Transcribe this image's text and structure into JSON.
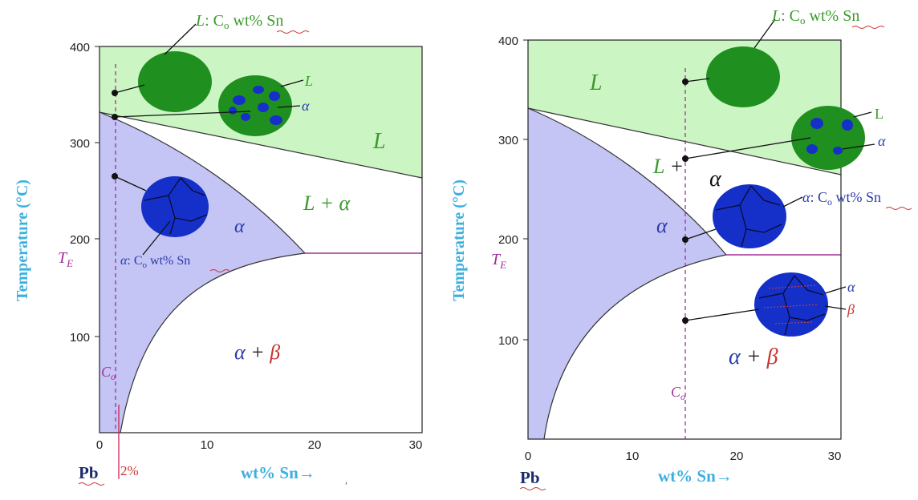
{
  "left": {
    "y_ticks": [
      "400",
      "300",
      "200",
      "100"
    ],
    "x_ticks": [
      "0",
      "10",
      "20",
      "30"
    ],
    "y_label": "Temperature (°C)",
    "x_label": "wt% Sn→",
    "pb_label": "Pb",
    "te_label": "T",
    "te_sub": "E",
    "composition_text": "2%",
    "c0_text": "C",
    "c0_sub": "o",
    "region_L": "L",
    "region_L_alpha": "L + α",
    "region_alpha": "α",
    "region_alpha_beta_a": "α",
    "region_alpha_beta_plus": " + ",
    "region_alpha_beta_b": "β",
    "callout_L_prefix": "L",
    "callout_L_mid": ": C",
    "callout_L_sub": "o",
    "callout_L_suffix": " wt% Sn",
    "micro_L_label": "L",
    "micro_alpha_label": "α",
    "callout_alpha_prefix": "α",
    "callout_alpha_mid": ": C",
    "callout_alpha_sub": "o",
    "callout_alpha_suffix": " wt% Sn"
  },
  "right": {
    "y_ticks": [
      "400",
      "300",
      "200",
      "100"
    ],
    "x_ticks": [
      "0",
      "10",
      "20",
      "30"
    ],
    "y_label": "Temperature (°C)",
    "x_label": "wt% Sn→",
    "pb_label": "Pb",
    "te_label": "T",
    "te_sub": "E",
    "c0_text": "C",
    "c0_sub": "o",
    "region_L": "L",
    "region_L_alpha_L": "L",
    "region_L_alpha_plus": " + ",
    "region_L_alpha_a": "α",
    "region_alpha": "α",
    "region_alpha_beta_a": "α",
    "region_alpha_beta_plus": " + ",
    "region_alpha_beta_b": "β",
    "callout_L_prefix": "L",
    "callout_L_mid": ": C",
    "callout_L_sub": "o",
    "callout_L_suffix": " wt% Sn",
    "micro_L_label": "L",
    "micro_alpha_label": "α",
    "callout_alpha_prefix": "α",
    "callout_alpha_mid": ": C",
    "callout_alpha_sub": "o",
    "callout_alpha_suffix": " wt% Sn",
    "micro_ab_alpha": "α",
    "micro_ab_beta": "β"
  },
  "colors": {
    "liquid_fill": "#ccf5c4",
    "alpha_fill": "#c4c4f5",
    "grain_green": "#1f8f1f",
    "grain_blue": "#1530c8",
    "te_line": "#a0309a",
    "axis_label": "#3bb0e0"
  }
}
